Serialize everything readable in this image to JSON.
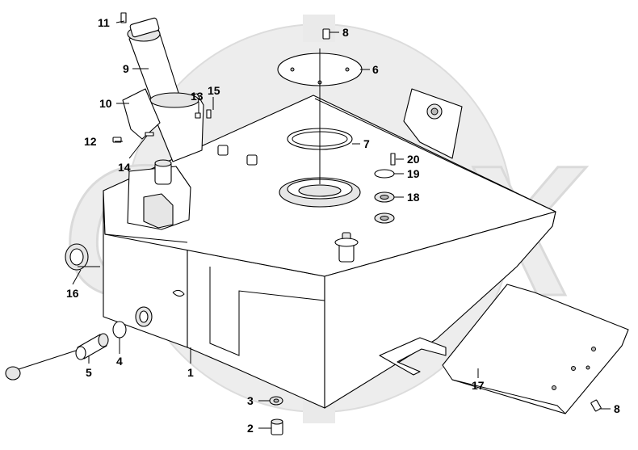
{
  "watermark": {
    "text": "OPEX"
  },
  "callouts": [
    {
      "id": "c11",
      "text": "11"
    },
    {
      "id": "c8a",
      "text": "8"
    },
    {
      "id": "c9",
      "text": "9"
    },
    {
      "id": "c6",
      "text": "6"
    },
    {
      "id": "c13",
      "text": "13"
    },
    {
      "id": "c15",
      "text": "15"
    },
    {
      "id": "c10",
      "text": "10"
    },
    {
      "id": "c12",
      "text": "12"
    },
    {
      "id": "c7",
      "text": "7"
    },
    {
      "id": "c14",
      "text": "14"
    },
    {
      "id": "c20",
      "text": "20"
    },
    {
      "id": "c19",
      "text": "19"
    },
    {
      "id": "c18",
      "text": "18"
    },
    {
      "id": "c16",
      "text": "16"
    },
    {
      "id": "c5",
      "text": "5"
    },
    {
      "id": "c4",
      "text": "4"
    },
    {
      "id": "c1",
      "text": "1"
    },
    {
      "id": "c17",
      "text": "17"
    },
    {
      "id": "c8b",
      "text": "8"
    },
    {
      "id": "c3",
      "text": "3"
    },
    {
      "id": "c2",
      "text": "2"
    }
  ]
}
